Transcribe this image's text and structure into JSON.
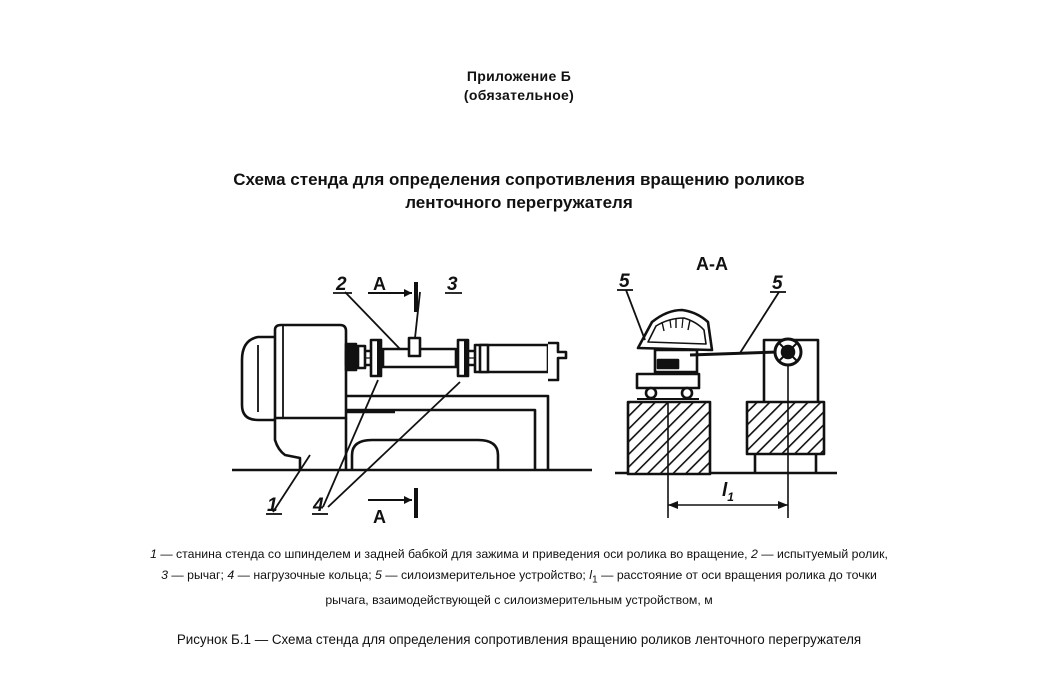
{
  "appendix": {
    "title": "Приложение Б",
    "status": "(обязательное)"
  },
  "scheme_title": {
    "line1": "Схема стенда для определения сопротивления вращению роликов",
    "line2": "ленточного перегружателя"
  },
  "drawing": {
    "labels": {
      "n1": "1",
      "n2": "2",
      "n3": "3",
      "n4": "4",
      "n5_left": "5",
      "n5_right": "5",
      "section_top": "А",
      "section_bottom": "А",
      "section_view": "А-А",
      "dim_symbol": "l",
      "dim_sub": "1"
    }
  },
  "legend": {
    "l1_n1": "1",
    "l1_t1": " — станина стенда со шпинделем и задней бабкой для зажима и приведения оси ролика во вращение, ",
    "l1_n2": "2",
    "l1_t2": " — испытуемый ролик,",
    "l2_n3": "3",
    "l2_t3": " — рычаг; ",
    "l2_n4": "4",
    "l2_t4": " — нагрузочные кольца; ",
    "l2_n5": "5",
    "l2_t5": " — силоизмерительное устройство; ",
    "l2_sym": "l",
    "l2_sub": "1",
    "l2_t6": " — расстояние от оси вращения ролика до точки",
    "l3": "рычага, взаимодействующей с силоизмерительным устройством, м"
  },
  "caption": "Рисунок Б.1 — Схема стенда для определения сопротивления вращению роликов ленточного перегружателя"
}
